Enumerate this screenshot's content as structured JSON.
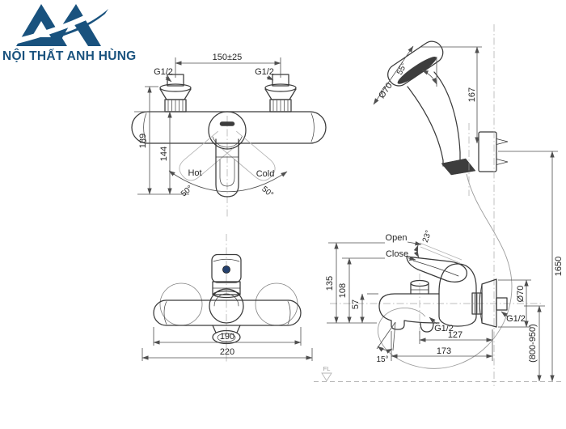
{
  "brand": {
    "name": "NỘI THẤT ANH HÙNG",
    "color": "#19527e"
  },
  "drawing": {
    "front_view_top": {
      "center_distance": "150±25",
      "inlet_thread_left": "G1/2",
      "inlet_thread_right": "G1/2",
      "height_total": "189",
      "height_body": "144",
      "hot_label": "Hot",
      "cold_label": "Cold",
      "swing_angle_left": "50°",
      "swing_angle_right": "50°"
    },
    "hand_shower": {
      "head_angle": "55°",
      "head_diameter": "Ø70",
      "head_height": "167"
    },
    "installation": {
      "overall_height": "1650",
      "mounting_height_range": "(800-950)",
      "floor_label": "FL"
    },
    "front_view_bottom": {
      "body_width": "190",
      "overall_width": "220"
    },
    "side_view": {
      "open_label": "Open",
      "close_label": "Close",
      "open_angle": "23°",
      "height_open": "135",
      "height_close": "108",
      "height_spout": "57",
      "hose_thread": "G1/2",
      "wall_flange_diameter": "Ø70",
      "wall_thread": "G1/2",
      "depth_to_handle": "127",
      "depth_total": "173",
      "spout_angle": "15°"
    },
    "colors": {
      "line": "#3a3a3a",
      "indicator_dot": "#24406d"
    }
  }
}
